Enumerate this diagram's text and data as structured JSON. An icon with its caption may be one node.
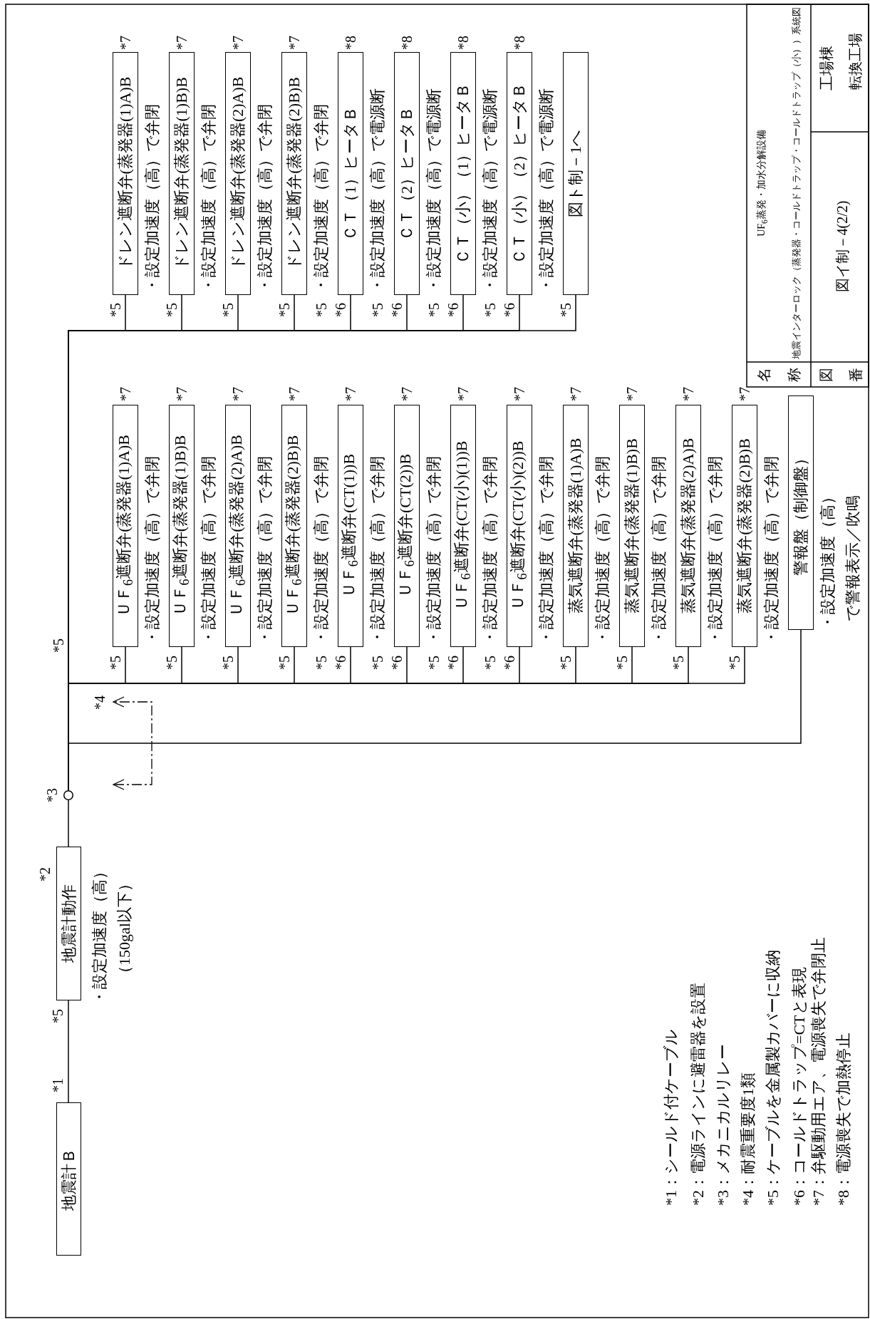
{
  "diagram": {
    "nodes": [
      {
        "text": [
          "地震計Ｂ"
        ]
      },
      {
        "text": [
          "地震計動作"
        ],
        "beside": [
          "・設定加速度（高）",
          "（150gal以下）"
        ]
      },
      {
        "text": [],
        "shape": "circle"
      },
      {
        "text": [
          "ＵＦ$_{6}$遮断弁(蒸発器(1)A)B"
        ],
        "beside": [
          "・設定加速度（高）で弁閉"
        ]
      },
      {
        "text": [
          "ＵＦ$_{6}$遮断弁(蒸発器(1)B)B"
        ],
        "beside": [
          "・設定加速度（高）で弁閉"
        ]
      },
      {
        "text": [
          "ＵＦ$_{6}$遮断弁(蒸発器(2)A)B"
        ],
        "beside": [
          "・設定加速度（高）で弁閉"
        ]
      },
      {
        "text": [
          "ＵＦ$_{6}$遮断弁(蒸発器(2)B)B"
        ],
        "beside": [
          "・設定加速度（高）で弁閉"
        ]
      },
      {
        "text": [
          "ＵＦ$_{6}$遮断弁(CT(1))B"
        ],
        "beside": [
          "・設定加速度（高）で弁閉"
        ]
      },
      {
        "text": [
          "ＵＦ$_{6}$遮断弁(CT(2))B"
        ],
        "beside": [
          "・設定加速度（高）で弁閉"
        ]
      },
      {
        "text": [
          "ＵＦ$_{6}$遮断弁(CT(小)(1))B"
        ],
        "beside": [
          "・設定加速度（高）で弁閉"
        ]
      },
      {
        "text": [
          "ＵＦ$_{6}$遮断弁(CT(小)(2))B"
        ],
        "beside": [
          "・設定加速度（高）で弁閉"
        ]
      },
      {
        "text": [
          "蒸気遮断弁(蒸発器(1)A)B"
        ],
        "beside": [
          "・設定加速度（高）で弁閉"
        ]
      },
      {
        "text": [
          "蒸気遮断弁(蒸発器(1)B)B"
        ],
        "beside": [
          "・設定加速度（高）で弁閉"
        ]
      },
      {
        "text": [
          "蒸気遮断弁(蒸発器(2)A)B"
        ],
        "beside": [
          "・設定加速度（高）で弁閉"
        ]
      },
      {
        "text": [
          "蒸気遮断弁(蒸発器(2)B)B"
        ],
        "beside": [
          "・設定加速度（高）で弁閉"
        ]
      },
      {
        "text": [
          "警報盤（制御盤）"
        ],
        "beside": [
          "・設定加速度（高）",
          "で警報表示／吹鳴"
        ]
      },
      {
        "text": [
          "ドレン遮断弁(蒸発器(1)A)B"
        ],
        "beside": [
          "・設定加速度（高）で弁閉"
        ]
      },
      {
        "text": [
          "ドレン遮断弁(蒸発器(1)B)B"
        ],
        "beside": [
          "・設定加速度（高）で弁閉"
        ]
      },
      {
        "text": [
          "ドレン遮断弁(蒸発器(2)A)B"
        ],
        "beside": [
          "・設定加速度（高）で弁閉"
        ]
      },
      {
        "text": [
          "ドレン遮断弁(蒸発器(2)B)B"
        ],
        "beside": [
          "・設定加速度（高）で弁閉"
        ]
      },
      {
        "text": [
          "ＣＴ（1）ヒータＢ"
        ],
        "beside": [
          "・設定加速度（高）で電源断"
        ]
      },
      {
        "text": [
          "ＣＴ（2）ヒータＢ"
        ],
        "beside": [
          "・設定加速度（高）で電源断"
        ]
      },
      {
        "text": [
          "ＣＴ（小）（1）ヒータＢ"
        ],
        "beside": [
          "・設定加速度（高）で電源断"
        ]
      },
      {
        "text": [
          "ＣＴ（小）（2）ヒータＢ"
        ],
        "beside": [
          "・設定加速度（高）で電源断"
        ]
      },
      {
        "text": [
          "図ト制－1へ"
        ]
      }
    ],
    "edges": [
      {
        "from": 0,
        "to": 1,
        "arrow": "none"
      },
      {
        "from": 1,
        "to": 2,
        "arrow": "none"
      },
      {
        "from": 2,
        "to": 3,
        "arrow": "none"
      },
      {
        "from": 2,
        "to": 4,
        "arrow": "none"
      },
      {
        "from": 2,
        "to": 5,
        "arrow": "none"
      },
      {
        "from": 2,
        "to": 6,
        "arrow": "none"
      },
      {
        "from": 2,
        "to": 7,
        "arrow": "none"
      },
      {
        "from": 2,
        "to": 8,
        "arrow": "none"
      },
      {
        "from": 2,
        "to": 9,
        "arrow": "none"
      },
      {
        "from": 2,
        "to": 10,
        "arrow": "none"
      },
      {
        "from": 2,
        "to": 11,
        "arrow": "none"
      },
      {
        "from": 2,
        "to": 12,
        "arrow": "none"
      },
      {
        "from": 2,
        "to": 13,
        "arrow": "none"
      },
      {
        "from": 2,
        "to": 14,
        "arrow": "none"
      },
      {
        "from": 2,
        "to": 15,
        "arrow": "none"
      },
      {
        "from": 2,
        "to": 16,
        "arrow": "none"
      },
      {
        "from": 2,
        "to": 17,
        "arrow": "none"
      },
      {
        "from": 2,
        "to": 18,
        "arrow": "none"
      },
      {
        "from": 2,
        "to": 19,
        "arrow": "none"
      },
      {
        "from": 2,
        "to": 20,
        "arrow": "none"
      },
      {
        "from": 2,
        "to": 21,
        "arrow": "none"
      },
      {
        "from": 2,
        "to": 22,
        "arrow": "none"
      },
      {
        "from": 2,
        "to": 23,
        "arrow": "none"
      },
      {
        "from": 2,
        "to": 24,
        "arrow": "none"
      }
    ],
    "labels": [
      "*1",
      "*5",
      "*2",
      "*3",
      "*4",
      "*5",
      "*5",
      "*7",
      "*5",
      "*7",
      "*5",
      "*7",
      "*5",
      "*7",
      "*5",
      "*6",
      "*7",
      "*5",
      "*6",
      "*7",
      "*5",
      "*6",
      "*7",
      "*5",
      "*6",
      "*7",
      "*5",
      "*7",
      "*5",
      "*7",
      "*5",
      "*7",
      "*5",
      "*7",
      "*5",
      "*7",
      "*5",
      "*7",
      "*5",
      "*7",
      "*5",
      "*7",
      "*5",
      "*6",
      "*8",
      "*5",
      "*6",
      "*8",
      "*5",
      "*6",
      "*8",
      "*5",
      "*6",
      "*8",
      "*5",
      "*1：シールド付ケーブル",
      "*2：電源ラインに避雷器を設置",
      "*3：メカニカルリレー",
      "*4：耐震重要度1類",
      "*5：ケーブルを金属製カバーに収納",
      "*6：コールドトラップ=CTと表現",
      "*7：弁駆動用エア、電源喪失で弁閉止",
      "*8：電源喪失で加熱停止",
      "名称",
      "図番",
      "UF$_{6}$蒸発・加水分解設備",
      "地震インターロック（蒸発器・コールドトラップ・コールドトラップ（小））系統図",
      "図イ制－4(2/2)",
      "工場棟",
      "転換工場"
    ]
  }
}
